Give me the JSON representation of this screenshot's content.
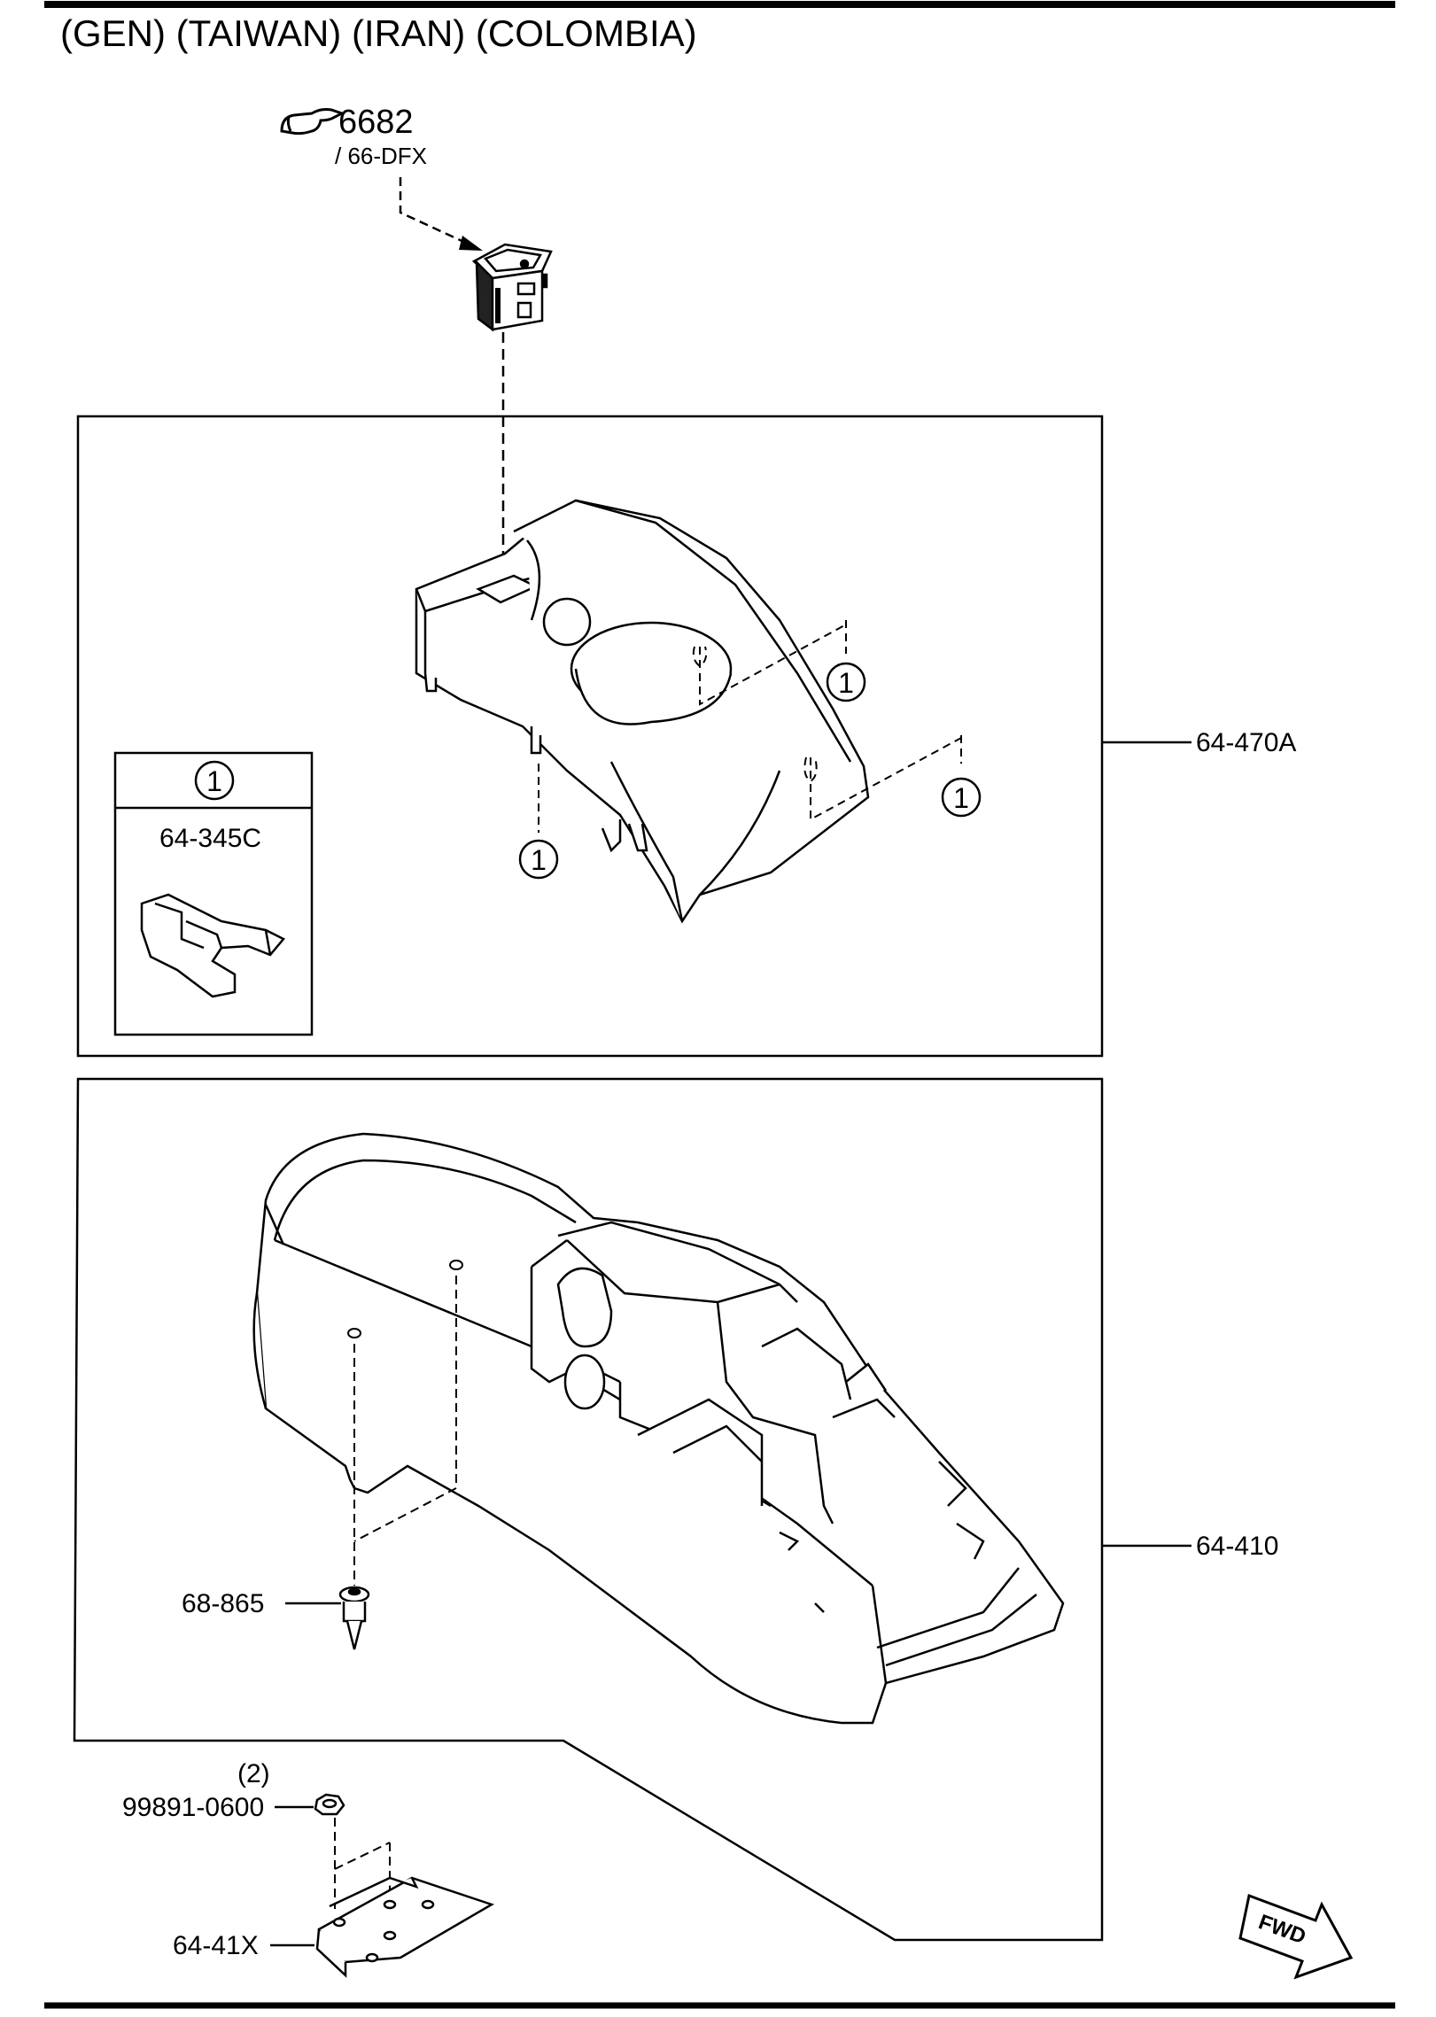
{
  "header": {
    "title": "(GEN) (TAIWAN) (IRAN) (COLOMBIA)"
  },
  "callouts": {
    "ref_number": "6682",
    "ref_sub": "/ 66-DFX",
    "circle_mark": "1",
    "inset_part": "64-345C",
    "console_upper": "64-470A",
    "console_lower": "64-410",
    "clip": "68-865",
    "nut_qty": "(2)",
    "nut": "99891-0600",
    "bracket": "64-41X",
    "fwd": "FWD"
  }
}
